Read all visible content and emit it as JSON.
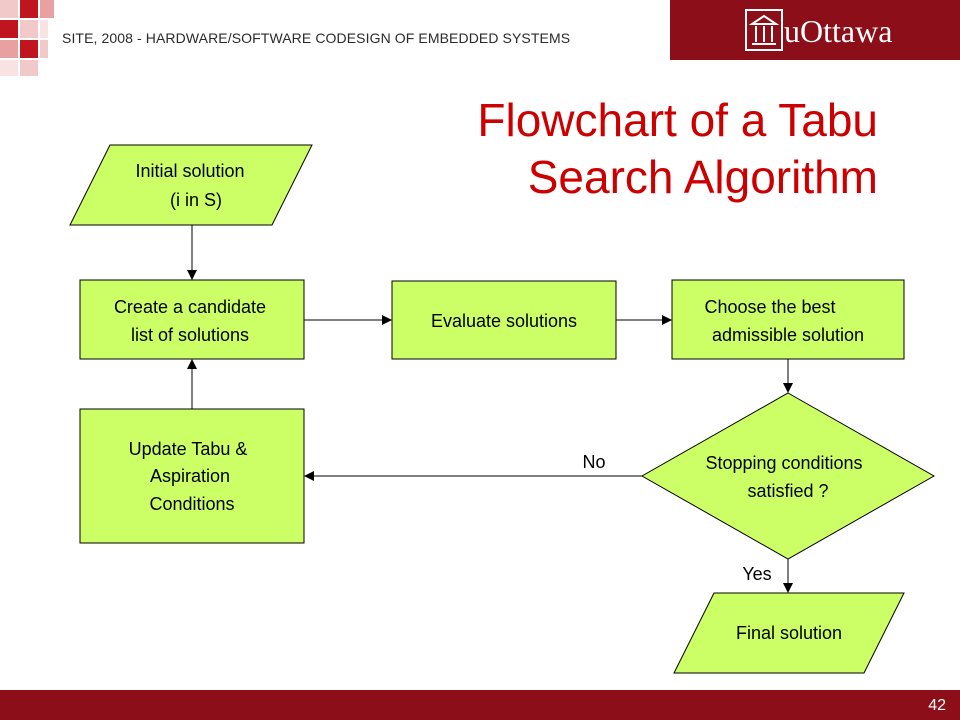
{
  "header": {
    "course": "SITE, 2008 - HARDWARE/SOFTWARE CODESIGN OF EMBEDDED SYSTEMS",
    "logo_text": "uOttawa"
  },
  "slide": {
    "title_line1": "Flowchart of a Tabu",
    "title_line2": "Search Algorithm",
    "page_number": "42"
  },
  "colors": {
    "brand": "#8b0e19",
    "title": "#cc0000",
    "node_fill": "#ccff66"
  },
  "nodes": {
    "initial": [
      "Initial solution",
      "(i in S)"
    ],
    "candidate": [
      "Create a candidate",
      "list of solutions"
    ],
    "evaluate": [
      "Evaluate solutions"
    ],
    "choose": [
      "Choose the best",
      "admissible solution"
    ],
    "update": [
      "Update Tabu &",
      "Aspiration",
      "Conditions"
    ],
    "stopping": [
      "Stopping conditions",
      "satisfied ?"
    ],
    "final": [
      "Final solution"
    ]
  },
  "edges": {
    "no_label": "No",
    "yes_label": "Yes"
  }
}
